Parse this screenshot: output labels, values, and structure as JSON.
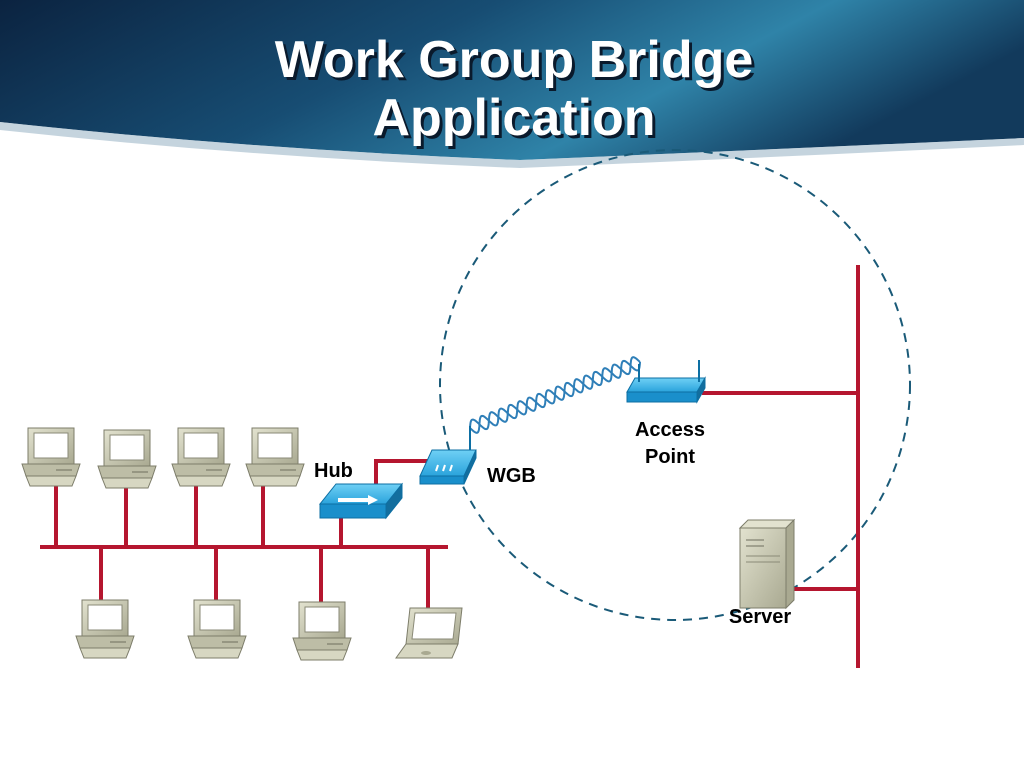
{
  "slide": {
    "title_line1": "Work Group Bridge",
    "title_line2": "Application"
  },
  "labels": {
    "hub": "Hub",
    "wgb": "WGB",
    "access_point_line1": "Access",
    "access_point_line2": "Point",
    "server": "Server"
  },
  "colors": {
    "header_dark": "#0c2744",
    "header_light": "#2f7fa6",
    "cable": "#b5162f",
    "wireless": "#2f7fb8",
    "coverage_circle": "#1a5a78",
    "device_blue": "#1e9ad6",
    "computer_beige": "#c9c9b3"
  },
  "icons": {
    "hub": "hub-icon",
    "wgb": "wgb-icon",
    "access_point": "access-point-icon",
    "server": "server-icon",
    "workstation": "workstation-icon",
    "laptop": "laptop-icon"
  }
}
